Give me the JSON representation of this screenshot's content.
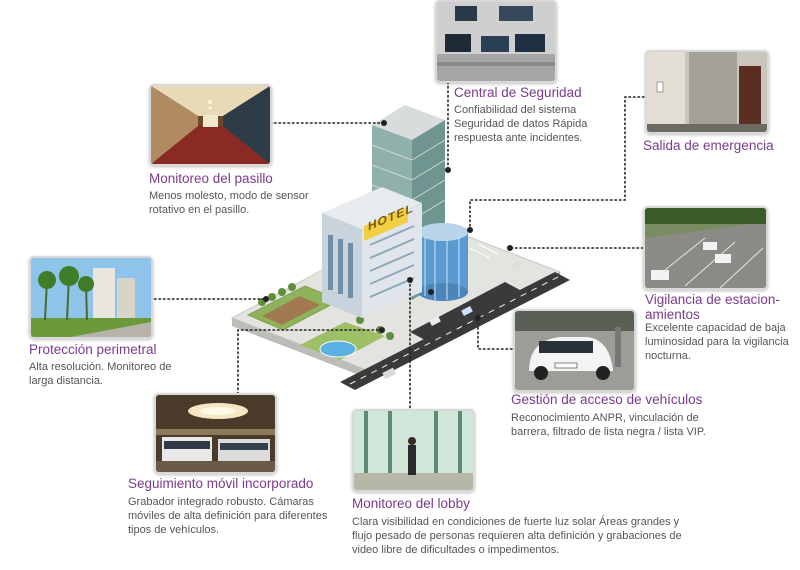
{
  "items": {
    "pasillo": {
      "title": "Monitoreo del pasillo",
      "desc": "Menos molesto, modo de sensor rotativo en el pasillo."
    },
    "central": {
      "title": "Central de Seguridad",
      "desc": "Confiabilidad del sistema Seguridad de datos Rápida respuesta ante incidentes."
    },
    "salida": {
      "title": "Salida de emergencia"
    },
    "perimetral": {
      "title": "Protección perimetral",
      "desc": "Alta resolución. Monitoreo de larga distancia."
    },
    "estacionamientos": {
      "title": "Vigilancia de estacion-amientos",
      "desc": "Excelente capacidad de baja luminosidad para la vigilancia nocturna."
    },
    "vehiculos": {
      "title": "Gestión de acceso de vehículos",
      "desc": "Reconocimiento ANPR, vinculación de barrera, filtrado de lista negra / lista VIP."
    },
    "movil": {
      "title": "Seguimiento móvil incorporado",
      "desc": "Grabador integrado robusto. Cámaras móviles de alta definición para diferentes tipos de vehículos."
    },
    "lobby": {
      "title": "Monitoreo del lobby",
      "desc": "Clara visibilidad en condiciones de fuerte luz solar Áreas grandes y flujo pesado de personas requieren alta definición y grabaciones de video libre de dificultades o impedimentos."
    }
  },
  "building_sign": "HOTEL",
  "colors": {
    "title": "#7a3a8c",
    "description": "#555555",
    "connector": "#222222",
    "road": "#3a3a3a",
    "grass": "#8fb35a",
    "tower_glass": "#8fb0ab",
    "cylinder_glass": "#5a9ad0"
  }
}
